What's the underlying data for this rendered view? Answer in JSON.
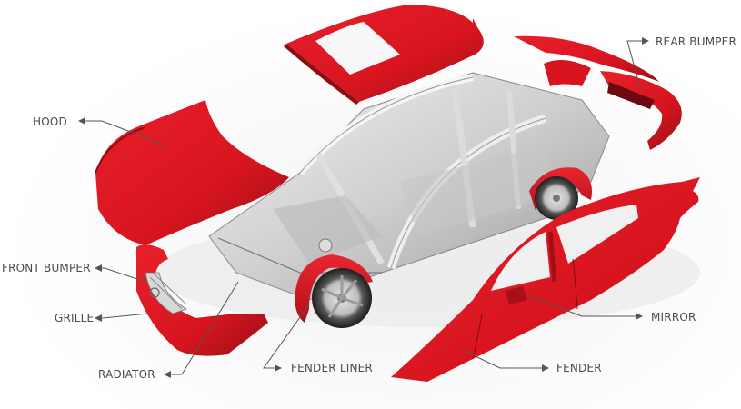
{
  "diagram": {
    "type": "exploded-view",
    "subject": "car body parts",
    "colors": {
      "panel_red": "#d8151f",
      "panel_dark": "#8e0d14",
      "frame_silver": "#cfcfcf",
      "frame_shadow": "#8a8a8a",
      "label_text": "#4a4a4a",
      "leader_line": "#555555"
    },
    "labels": {
      "hood": "HOOD",
      "rear_bumper": "REAR BUMPER",
      "front_bumper": "FRONT BUMPER",
      "grille": "GRILLE",
      "radiator": "RADIATOR",
      "fender_liner": "FENDER LINER",
      "mirror": "MIRROR",
      "fender": "FENDER"
    }
  }
}
